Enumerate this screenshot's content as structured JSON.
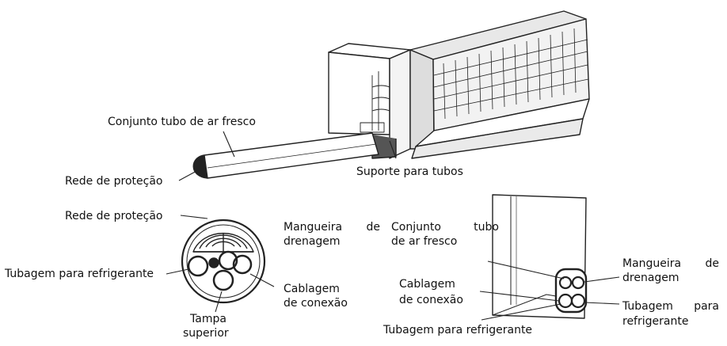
{
  "labels": {
    "fresh_air_pipe": "Conjunto tubo de ar fresco",
    "protective_net_top": "Rede de proteção",
    "pipe_support": "Suporte para tubos",
    "protective_net_left": "Rede de proteção",
    "drain_hose_left_a": "Mangueira",
    "drain_hose_left_b": "de",
    "drain_hose_left_c": "drenagem",
    "refrigerant_pipe_left": "Tubagem para refrigerante",
    "connection_cable_left_a": "Cablagem",
    "connection_cable_left_b": "de conexão",
    "top_cover_a": "Tampa",
    "top_cover_b": "superior",
    "fresh_air_pipe_right_a": "Conjunto",
    "fresh_air_pipe_right_b": "tubo",
    "fresh_air_pipe_right_c": "de ar fresco",
    "connection_cable_right_a": "Cablagem",
    "connection_cable_right_b": "de conexão",
    "refrigerant_pipe_bottom": "Tubagem para refrigerante",
    "drain_hose_right_a": "Mangueira",
    "drain_hose_right_b": "de",
    "drain_hose_right_c": "drenagem",
    "refrigerant_pipe_right_a": "Tubagem",
    "refrigerant_pipe_right_b": "para",
    "refrigerant_pipe_right_c": "refrigerante"
  }
}
